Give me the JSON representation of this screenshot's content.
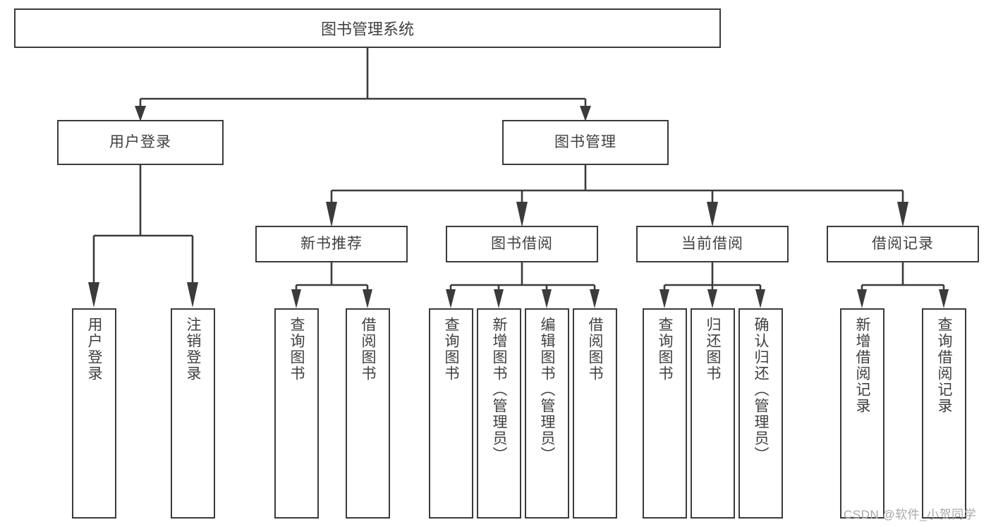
{
  "diagram": {
    "title": "图书管理系统",
    "type": "tree-hierarchy-diagram",
    "root": {
      "label": "图书管理系统"
    },
    "level2": [
      {
        "label": "用户登录"
      },
      {
        "label": "图书管理"
      }
    ],
    "level3": [
      {
        "label": "新书推荐"
      },
      {
        "label": "图书借阅"
      },
      {
        "label": "当前借阅"
      },
      {
        "label": "借阅记录"
      }
    ],
    "leaves": {
      "user_login": [
        {
          "label": "用户登录"
        },
        {
          "label": "注销登录"
        }
      ],
      "new_book_recommend": [
        {
          "label": "查询图书"
        },
        {
          "label": "借阅图书"
        }
      ],
      "book_borrow": [
        {
          "label": "查询图书"
        },
        {
          "label": "新增图书（管理员）"
        },
        {
          "label": "编辑图书（管理员）"
        },
        {
          "label": "借阅图书"
        }
      ],
      "current_borrow": [
        {
          "label": "查询图书"
        },
        {
          "label": "归还图书"
        },
        {
          "label": "确认归还（管理员）"
        }
      ],
      "borrow_record": [
        {
          "label": "新增借阅记录"
        },
        {
          "label": "查询借阅记录"
        }
      ]
    }
  },
  "watermark": {
    "text": "CSDN @软件_小贺同学"
  },
  "colors": {
    "background": "#ffffff",
    "box_border": "#3b3b3b",
    "text": "#404040",
    "connector": "#3b3b3b",
    "watermark": "#a8a8a8"
  }
}
